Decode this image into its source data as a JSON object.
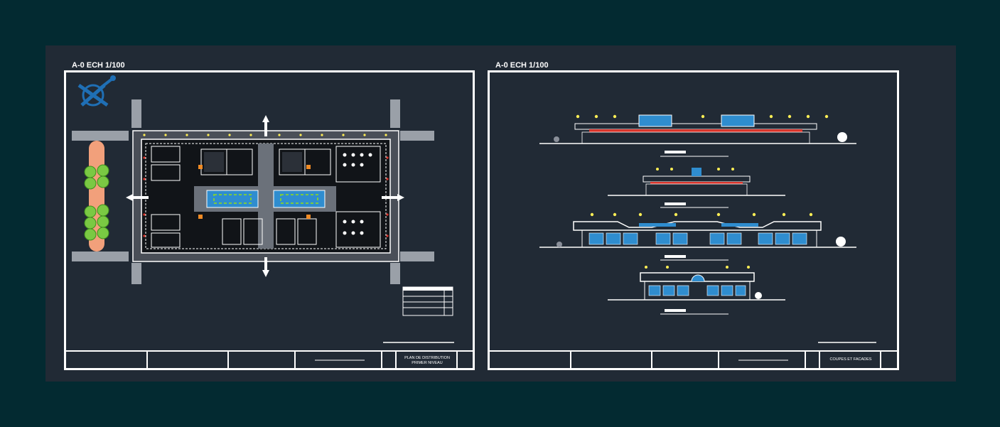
{
  "sheets": [
    {
      "scale_label": "A-0  ECH 1/100",
      "title_line1": "PLAN DE DISTRIBUTION",
      "title_line2": "PRIMER NIVEAU"
    },
    {
      "scale_label": "A-0  ECH 1/100",
      "title_line1": "COUPES ET FACADES"
    }
  ],
  "colors": {
    "app_background": "#032a31",
    "drawing_background": "#212a35",
    "sheet_border": "#ffffff",
    "walls": "#ffffff",
    "water": "#2f8dcf",
    "vegetation": "#7ac943",
    "path": "#f2a07b",
    "markers": "#ffee55",
    "hatching": "#8a8f99",
    "accent_red": "#d9342b"
  },
  "icons": [
    "north-arrow-icon",
    "section-arrow-icon",
    "tree-icon",
    "lamp-icon"
  ]
}
